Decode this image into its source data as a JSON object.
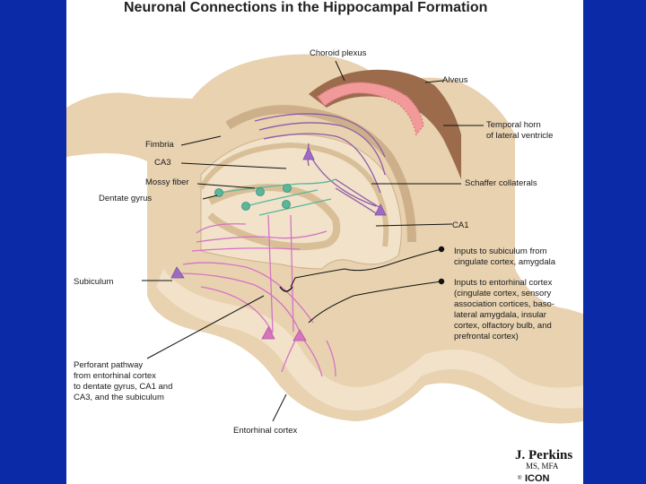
{
  "title": "Neuronal Connections in the Hippocampal Formation",
  "labels": {
    "choroid_plexus": "Choroid plexus",
    "alveus": "Alveus",
    "temporal_horn_1": "Temporal horn",
    "temporal_horn_2": "of lateral ventricle",
    "fimbria": "Fimbria",
    "ca3": "CA3",
    "mossy_fiber": "Mossy fiber",
    "dentate_gyrus": "Dentate gyrus",
    "schaffer": "Schaffer collaterals",
    "ca1": "CA1",
    "inputs_sub_1": "Inputs to subiculum from",
    "inputs_sub_2": "cingulate cortex, amygdala",
    "subiculum": "Subiculum",
    "inputs_ent_1": "Inputs to entorhinal cortex",
    "inputs_ent_2": "(cingulate cortex, sensory",
    "inputs_ent_3": "association cortices, baso-",
    "inputs_ent_4": "lateral amygdala, insular",
    "inputs_ent_5": "cortex, olfactory bulb, and",
    "inputs_ent_6": "prefrontal cortex)",
    "perforant_1": "Perforant pathway",
    "perforant_2": "from entorhinal cortex",
    "perforant_3": "to dentate gyrus, CA1 and",
    "perforant_4": "CA3, and the subiculum",
    "entorhinal": "Entorhinal cortex"
  },
  "signature": {
    "name": "J. Perkins",
    "credentials": "MS, MFA",
    "mark": "®",
    "logo": "ICON"
  },
  "colors": {
    "background": "#0a2aa8",
    "tissue": "#e8d2b0",
    "tissue_light": "#f1e2c9",
    "ventricle": "#9b6b4c",
    "choroid": "#f29a9a",
    "pathway_purple": "#8e5aa8",
    "pathway_pink": "#d674c2",
    "mossy_green": "#58b79a"
  }
}
